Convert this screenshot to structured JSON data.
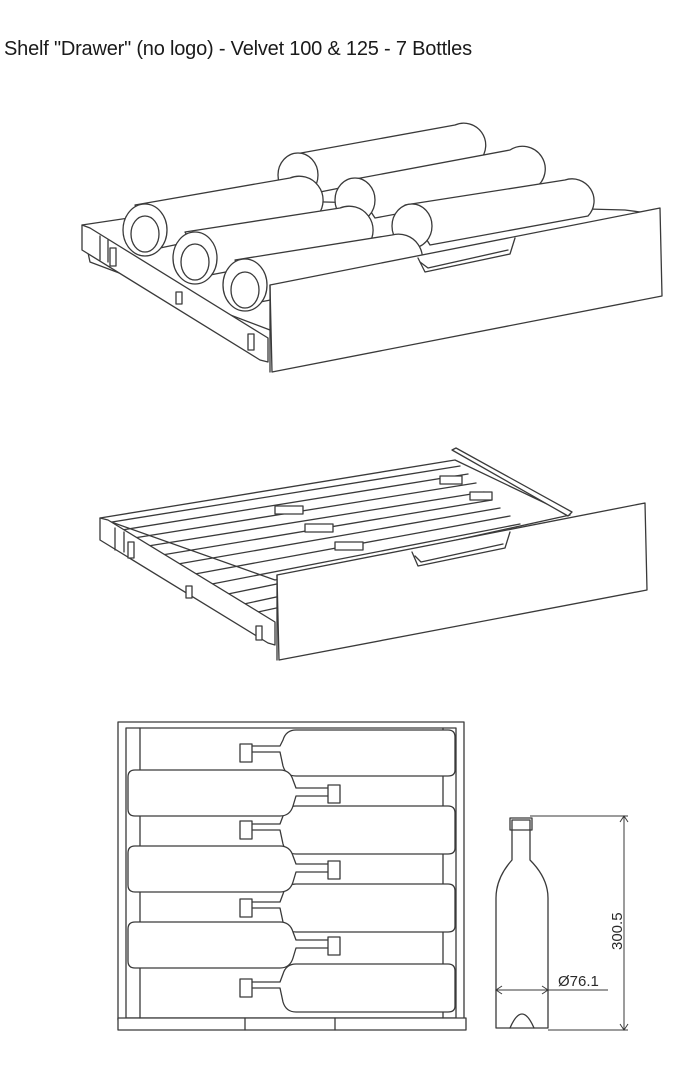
{
  "title": "Shelf \"Drawer\" (no logo) - Velvet 100 & 125 - 7 Bottles",
  "dimensions": {
    "height_label": "300.5",
    "diameter_label": "Ø76.1"
  },
  "colors": {
    "line": "#3a3a3a",
    "background": "#ffffff"
  }
}
